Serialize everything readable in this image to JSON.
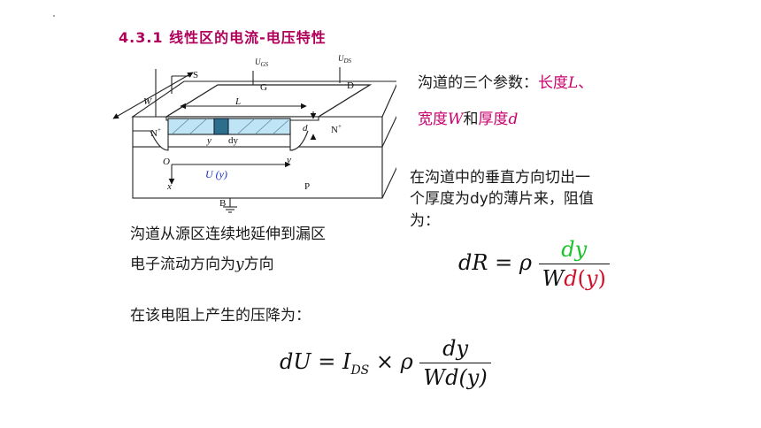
{
  "title": "4.3.1  线性区的电流-电压特性",
  "params": {
    "line1_prefix": "沟道的三个参数：",
    "length_label": "长度",
    "length_sym": "L",
    "sep1": "、",
    "width_label": "宽度",
    "width_sym": "W",
    "and": "和",
    "thick_label": "厚度",
    "thick_sym": "d"
  },
  "cut_text": {
    "line1": "在沟道中的垂直方向切出一",
    "line2": "个厚度为dy的薄片来，阻值",
    "line3": "为："
  },
  "channel_text": {
    "line1": "沟道从源区连续地延伸到漏区",
    "line2_prefix": "电子流动方向为",
    "line2_sym": "y",
    "line2_suffix": "方向"
  },
  "drop_text": "在该电阻上产生的压降为：",
  "eq1": {
    "lhs": "dR",
    "eq": " = ",
    "rho": "ρ",
    "num": "dy",
    "den_w": "W",
    "den_d": "d",
    "den_lp": "(",
    "den_y": "y",
    "den_rp": ")"
  },
  "eq2": {
    "lhs": "dU",
    "eq": " = ",
    "i": "I",
    "i_sub": "DS",
    "times": " × ",
    "rho": "ρ",
    "num": "dy",
    "den": "Wd(y)"
  },
  "diagram": {
    "S": "S",
    "G": "G",
    "D": "D",
    "B": "B",
    "P": "P",
    "ugs": "U",
    "ugs_sub": "GS",
    "uds": "U",
    "uds_sub": "DS",
    "W": "W",
    "L": "L",
    "d": "d",
    "y": "y",
    "dy": "dy",
    "nplus_left": "N",
    "nplus_right": "N",
    "plus": "+",
    "origin": "O",
    "yaxis": "y",
    "xaxis": "x",
    "uy": "U (y)",
    "colors": {
      "channel": "#bfe4f6",
      "slice": "#2d6e8a",
      "uy": "#1530c8"
    }
  }
}
